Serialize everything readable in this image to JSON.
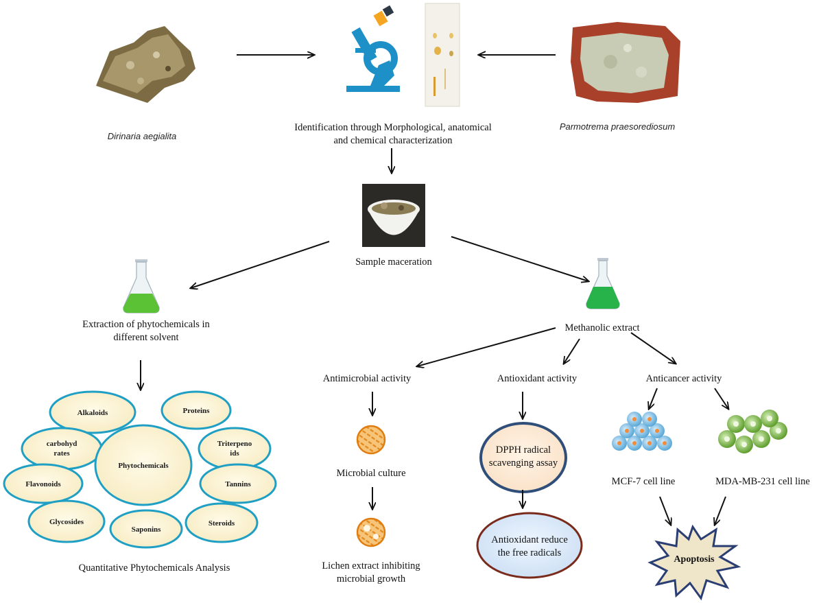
{
  "specimens": {
    "left_name": "Dirinaria aegialita",
    "right_name": "Parmotrema praesorediosum"
  },
  "identification": {
    "line1": "Identification through Morphological, anatomical",
    "line2": "and chemical characterization"
  },
  "maceration": {
    "label": "Sample maceration"
  },
  "extraction": {
    "line1": "Extraction of  phytochemicals in",
    "line2": "different solvent"
  },
  "methanolic": {
    "label": "Methanolic extract"
  },
  "phyto": {
    "center": "Phytochemicals",
    "alkaloids": "Alkaloids",
    "proteins": "Proteins",
    "carbohyd_1": "carbohyd",
    "carbohyd_2": "rates",
    "triterp_1": "Triterpeno",
    "triterp_2": "ids",
    "flavonoids": "Flavonoids",
    "tannins": "Tannins",
    "glycosides": "Glycosides",
    "saponins": "Saponins",
    "steroids": "Steroids",
    "caption": "Quantitative Phytochemicals Analysis"
  },
  "antimicrobial": {
    "title": "Antimicrobial activity",
    "culture": "Microbial culture",
    "result_1": "Lichen extract inhibiting",
    "result_2": "microbial growth"
  },
  "antioxidant": {
    "title": "Antioxidant activity",
    "dpph_1": "DPPH radical",
    "dpph_2": "scavenging assay",
    "reduce_1": "Antioxidant  reduce",
    "reduce_2": "the free radicals"
  },
  "anticancer": {
    "title": "Anticancer activity",
    "mcf7": "MCF-7  cell line",
    "mda": "MDA-MB-231 cell line",
    "apoptosis": "Apoptosis"
  },
  "colors": {
    "node_fill": "#fbf3d4",
    "node_stroke": "#1f9fc4",
    "flask_green": "#5bc236",
    "mcf_cell": "#8ec6ea",
    "mda_cell": "#8cc152"
  }
}
